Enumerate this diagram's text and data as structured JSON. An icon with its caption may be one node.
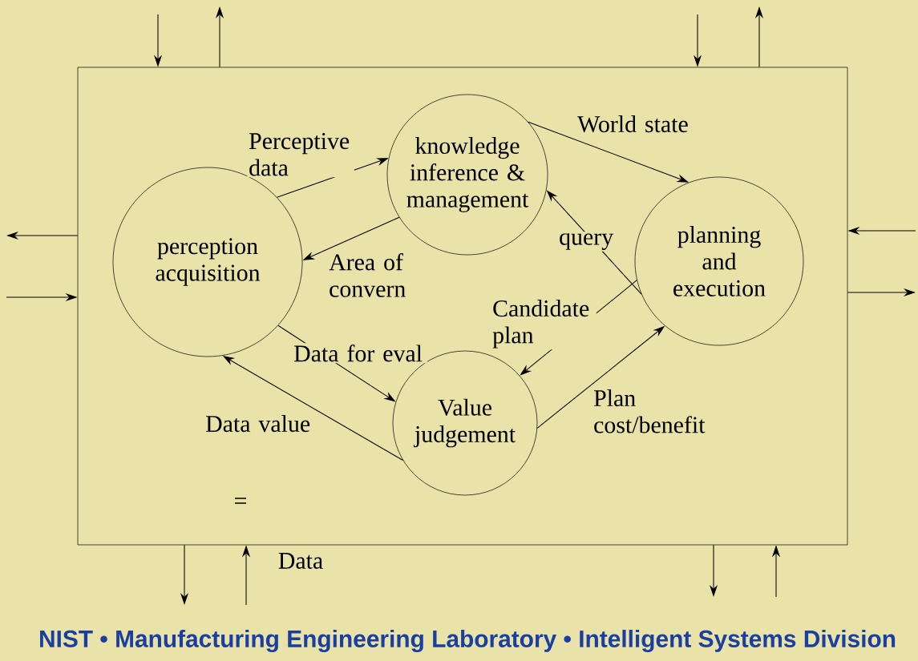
{
  "diagram": {
    "nodes": [
      {
        "text": [],
        "shape": "box"
      },
      {
        "text": [
          "knowledge inference & management"
        ],
        "in": 0
      },
      {
        "text": [
          "perception acquisition"
        ],
        "in": 0
      },
      {
        "text": [
          "planning and execution"
        ],
        "in": 0
      },
      {
        "text": [
          "Value judgement"
        ],
        "in": 0
      }
    ],
    "edges": [
      {
        "from": 2,
        "to": 1,
        "arrow": "to",
        "label": "Perceptive data"
      },
      {
        "from": 1,
        "to": 3,
        "arrow": "to",
        "label": "World state"
      },
      {
        "from": 3,
        "to": 1,
        "arrow": "to",
        "label": "query"
      },
      {
        "from": 1,
        "to": 2,
        "arrow": "to",
        "label": "Area of convern"
      },
      {
        "from": 3,
        "to": 4,
        "arrow": "to",
        "label": "Candidate plan"
      },
      {
        "from": 4,
        "to": 3,
        "arrow": "to",
        "label": "Plan cost/benefit"
      },
      {
        "from": 2,
        "to": 4,
        "arrow": "to",
        "label": "Data for eval"
      },
      {
        "from": 4,
        "to": 2,
        "arrow": "to",
        "label": "Data value"
      },
      {
        "from": null,
        "to": 0,
        "arrow": "to"
      },
      {
        "from": 0,
        "to": null,
        "arrow": "to"
      },
      {
        "from": null,
        "to": 0,
        "arrow": "to"
      },
      {
        "from": 0,
        "to": null,
        "arrow": "to"
      },
      {
        "from": 0,
        "to": null,
        "arrow": "to"
      },
      {
        "from": null,
        "to": 0,
        "arrow": "to"
      },
      {
        "from": null,
        "to": 0,
        "arrow": "to"
      },
      {
        "from": 0,
        "to": null,
        "arrow": "to"
      },
      {
        "from": 0,
        "to": null,
        "arrow": "to"
      },
      {
        "from": null,
        "to": 0,
        "arrow": "to"
      },
      {
        "from": 0,
        "to": null,
        "arrow": "to"
      },
      {
        "from": null,
        "to": 0,
        "arrow": "to"
      }
    ],
    "labels": [
      "=",
      "Data",
      "NIST • Manufacturing Engineering Laboratory • Intelligent Systems Division"
    ]
  }
}
